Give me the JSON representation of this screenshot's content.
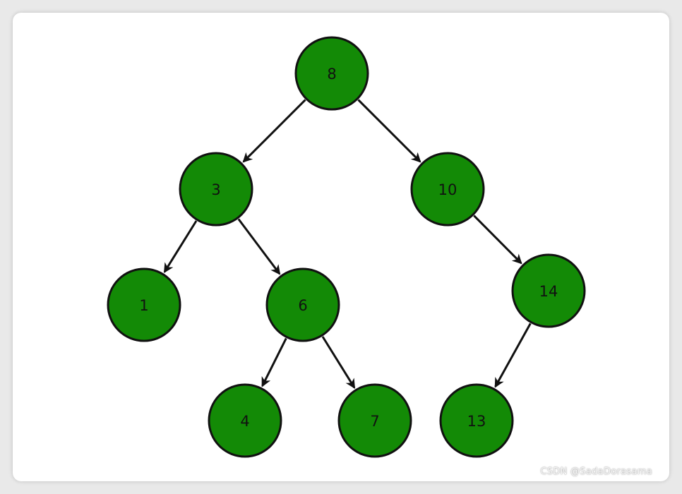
{
  "diagram": {
    "node_color": "#138a06",
    "stroke_color": "#111111",
    "nodes": [
      {
        "id": "n8",
        "label": "8"
      },
      {
        "id": "n3",
        "label": "3"
      },
      {
        "id": "n10",
        "label": "10"
      },
      {
        "id": "n1",
        "label": "1"
      },
      {
        "id": "n6",
        "label": "6"
      },
      {
        "id": "n14",
        "label": "14"
      },
      {
        "id": "n4",
        "label": "4"
      },
      {
        "id": "n7",
        "label": "7"
      },
      {
        "id": "n13",
        "label": "13"
      }
    ],
    "edges": [
      {
        "from": "n8",
        "to": "n3"
      },
      {
        "from": "n8",
        "to": "n10"
      },
      {
        "from": "n3",
        "to": "n1"
      },
      {
        "from": "n3",
        "to": "n6"
      },
      {
        "from": "n10",
        "to": "n14"
      },
      {
        "from": "n6",
        "to": "n4"
      },
      {
        "from": "n6",
        "to": "n7"
      },
      {
        "from": "n14",
        "to": "n13"
      }
    ]
  },
  "watermark": "CSDN @SadaDorasama"
}
